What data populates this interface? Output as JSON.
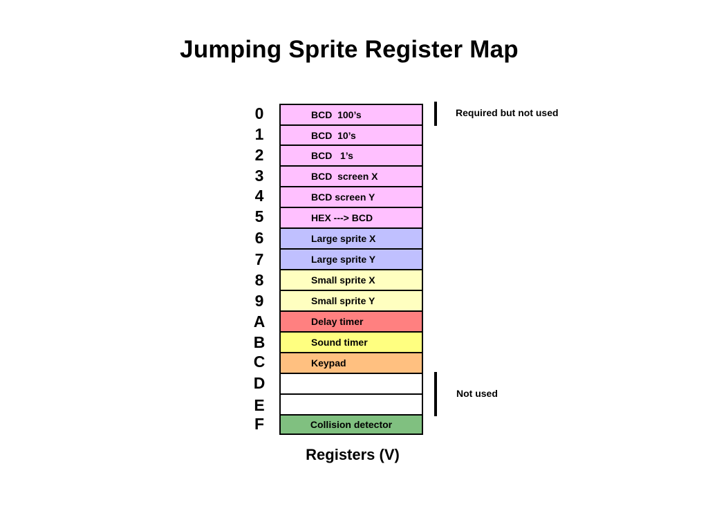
{
  "title": "Jumping Sprite Register Map",
  "caption": "Registers (V)",
  "registers": [
    {
      "index": "0",
      "label": "BCD  100’s",
      "color": "#ffc0ff"
    },
    {
      "index": "1",
      "label": "BCD  10’s",
      "color": "#ffc0ff"
    },
    {
      "index": "2",
      "label": "BCD   1’s",
      "color": "#ffc0ff"
    },
    {
      "index": "3",
      "label": "BCD  screen X",
      "color": "#ffc0ff"
    },
    {
      "index": "4",
      "label": "BCD screen Y",
      "color": "#ffc0ff"
    },
    {
      "index": "5",
      "label": "HEX ---> BCD",
      "color": "#ffc0ff"
    },
    {
      "index": "6",
      "label": "Large sprite X",
      "color": "#c0c0ff"
    },
    {
      "index": "7",
      "label": "Large sprite Y",
      "color": "#c0c0ff"
    },
    {
      "index": "8",
      "label": "Small sprite X",
      "color": "#ffffc0"
    },
    {
      "index": "9",
      "label": "Small sprite Y",
      "color": "#ffffc0"
    },
    {
      "index": "A",
      "label": "Delay timer",
      "color": "#ff8080"
    },
    {
      "index": "B",
      "label": "Sound timer",
      "color": "#ffff80"
    },
    {
      "index": "C",
      "label": "Keypad",
      "color": "#ffc080"
    },
    {
      "index": "D",
      "label": "",
      "color": "#ffffff"
    },
    {
      "index": "E",
      "label": "",
      "color": "#ffffff"
    },
    {
      "index": "F",
      "label": "Collision detector",
      "color": "#80c080"
    }
  ],
  "notes": {
    "required": "Required but not used",
    "unused": "Not used"
  }
}
